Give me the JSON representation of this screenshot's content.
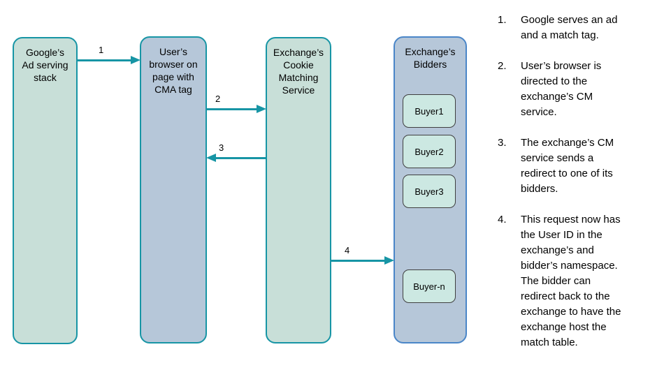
{
  "colors": {
    "teal": "#1795a5",
    "blue_border": "#4a86c8",
    "green_fill": "#c8dfd8",
    "blue_fill": "#b6c7d9",
    "buyer_fill": "#cce8e2",
    "buyer_border": "#3f3f3f",
    "text": "#000000"
  },
  "nodes": {
    "google": {
      "label": "Google’s\nAd serving\nstack"
    },
    "browser": {
      "label": "User’s\nbrowser on\npage with\nCMA tag"
    },
    "cm_service": {
      "label": "Exchange’s\nCookie\nMatching\nService"
    },
    "bidders": {
      "label": "Exchange’s\nBidders",
      "buyers": [
        "Buyer1",
        "Buyer2",
        "Buyer3",
        "Buyer-n"
      ]
    }
  },
  "arrows": [
    {
      "label": "1",
      "from": "google",
      "to": "browser"
    },
    {
      "label": "2",
      "from": "browser",
      "to": "cm_service"
    },
    {
      "label": "3",
      "from": "cm_service",
      "to": "browser"
    },
    {
      "label": "4",
      "from": "cm_service",
      "to": "bidders"
    }
  ],
  "steps": [
    {
      "number": "1.",
      "text": "Google serves an ad\nand a match tag."
    },
    {
      "number": "2.",
      "text": "User’s browser is\ndirected to the\nexchange’s CM\nservice."
    },
    {
      "number": "3.",
      "text": "The exchange’s CM\nservice sends a\nredirect to one of its\nbidders."
    },
    {
      "number": "4.",
      "text": "This request now has\nthe User ID in the\nexchange’s and\nbidder’s namespace.\nThe bidder can\nredirect back to the\nexchange to have the\nexchange host the\nmatch table."
    }
  ]
}
